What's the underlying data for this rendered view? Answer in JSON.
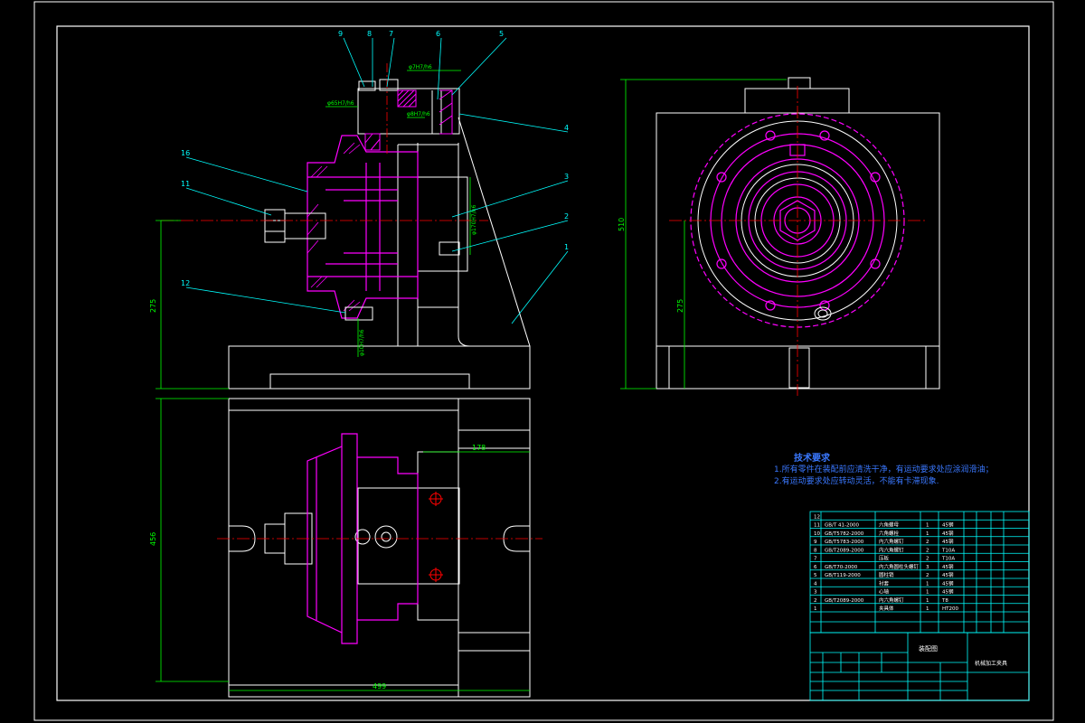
{
  "colors": {
    "outline": "#ffffff",
    "part": "#ff00ff",
    "dim": "#00ff00",
    "leader": "#00ffff",
    "note": "#3a78ff",
    "table": "#00ffff",
    "axis": "#ff0000"
  },
  "callouts": [
    "9",
    "8",
    "7",
    "6",
    "5",
    "4",
    "3",
    "2",
    "1",
    "16",
    "11",
    "12"
  ],
  "dimensions": {
    "front_height": "275",
    "top_width": "178",
    "top_height": "456",
    "top_length": "499",
    "side_height": "510",
    "side_center": "275"
  },
  "tolerances": {
    "t1": "φ7H7/h6",
    "t2": "φ65H7/h6",
    "t3": "φ8H7/h6",
    "t4": "φ170H7/h6",
    "t5": "φ10H7/h6"
  },
  "notes": {
    "title": "技术要求",
    "line1": "1.所有零件在装配前应清洗干净，有运动要求处应涂润滑油；",
    "line2": "2.有运动要求处应转动灵活，不能有卡滞现象."
  },
  "bom": [
    {
      "no": "12",
      "std": "",
      "name": "",
      "qty": "",
      "mat": ""
    },
    {
      "no": "11",
      "std": "GB/T 41-2000",
      "name": "六角螺母",
      "qty": "1",
      "mat": "45钢"
    },
    {
      "no": "10",
      "std": "GB/T5782-2000",
      "name": "六角螺栓",
      "qty": "1",
      "mat": "45钢"
    },
    {
      "no": "9",
      "std": "GB/T5783-2000",
      "name": "内六角螺钉",
      "qty": "2",
      "mat": "45钢"
    },
    {
      "no": "8",
      "std": "GB/T2089-2000",
      "name": "内六角螺钉",
      "qty": "2",
      "mat": "T10A"
    },
    {
      "no": "7",
      "std": "",
      "name": "压板",
      "qty": "2",
      "mat": "T10A"
    },
    {
      "no": "6",
      "std": "GB/T70-2000",
      "name": "内六角圆柱头螺钉",
      "qty": "3",
      "mat": "45钢"
    },
    {
      "no": "5",
      "std": "GB/T119-2000",
      "name": "圆柱销",
      "qty": "2",
      "mat": "45钢"
    },
    {
      "no": "4",
      "std": "",
      "name": "衬套",
      "qty": "1",
      "mat": "45钢"
    },
    {
      "no": "3",
      "std": "",
      "name": "心轴",
      "qty": "1",
      "mat": "45钢"
    },
    {
      "no": "2",
      "std": "GB/T2089-2000",
      "name": "内六角螺钉",
      "qty": "1",
      "mat": "T8"
    },
    {
      "no": "1",
      "std": "",
      "name": "夹具体",
      "qty": "1",
      "mat": "HT200"
    }
  ],
  "title_block": {
    "drawing_title": "装配图",
    "part_name": "机械加工夹具"
  }
}
